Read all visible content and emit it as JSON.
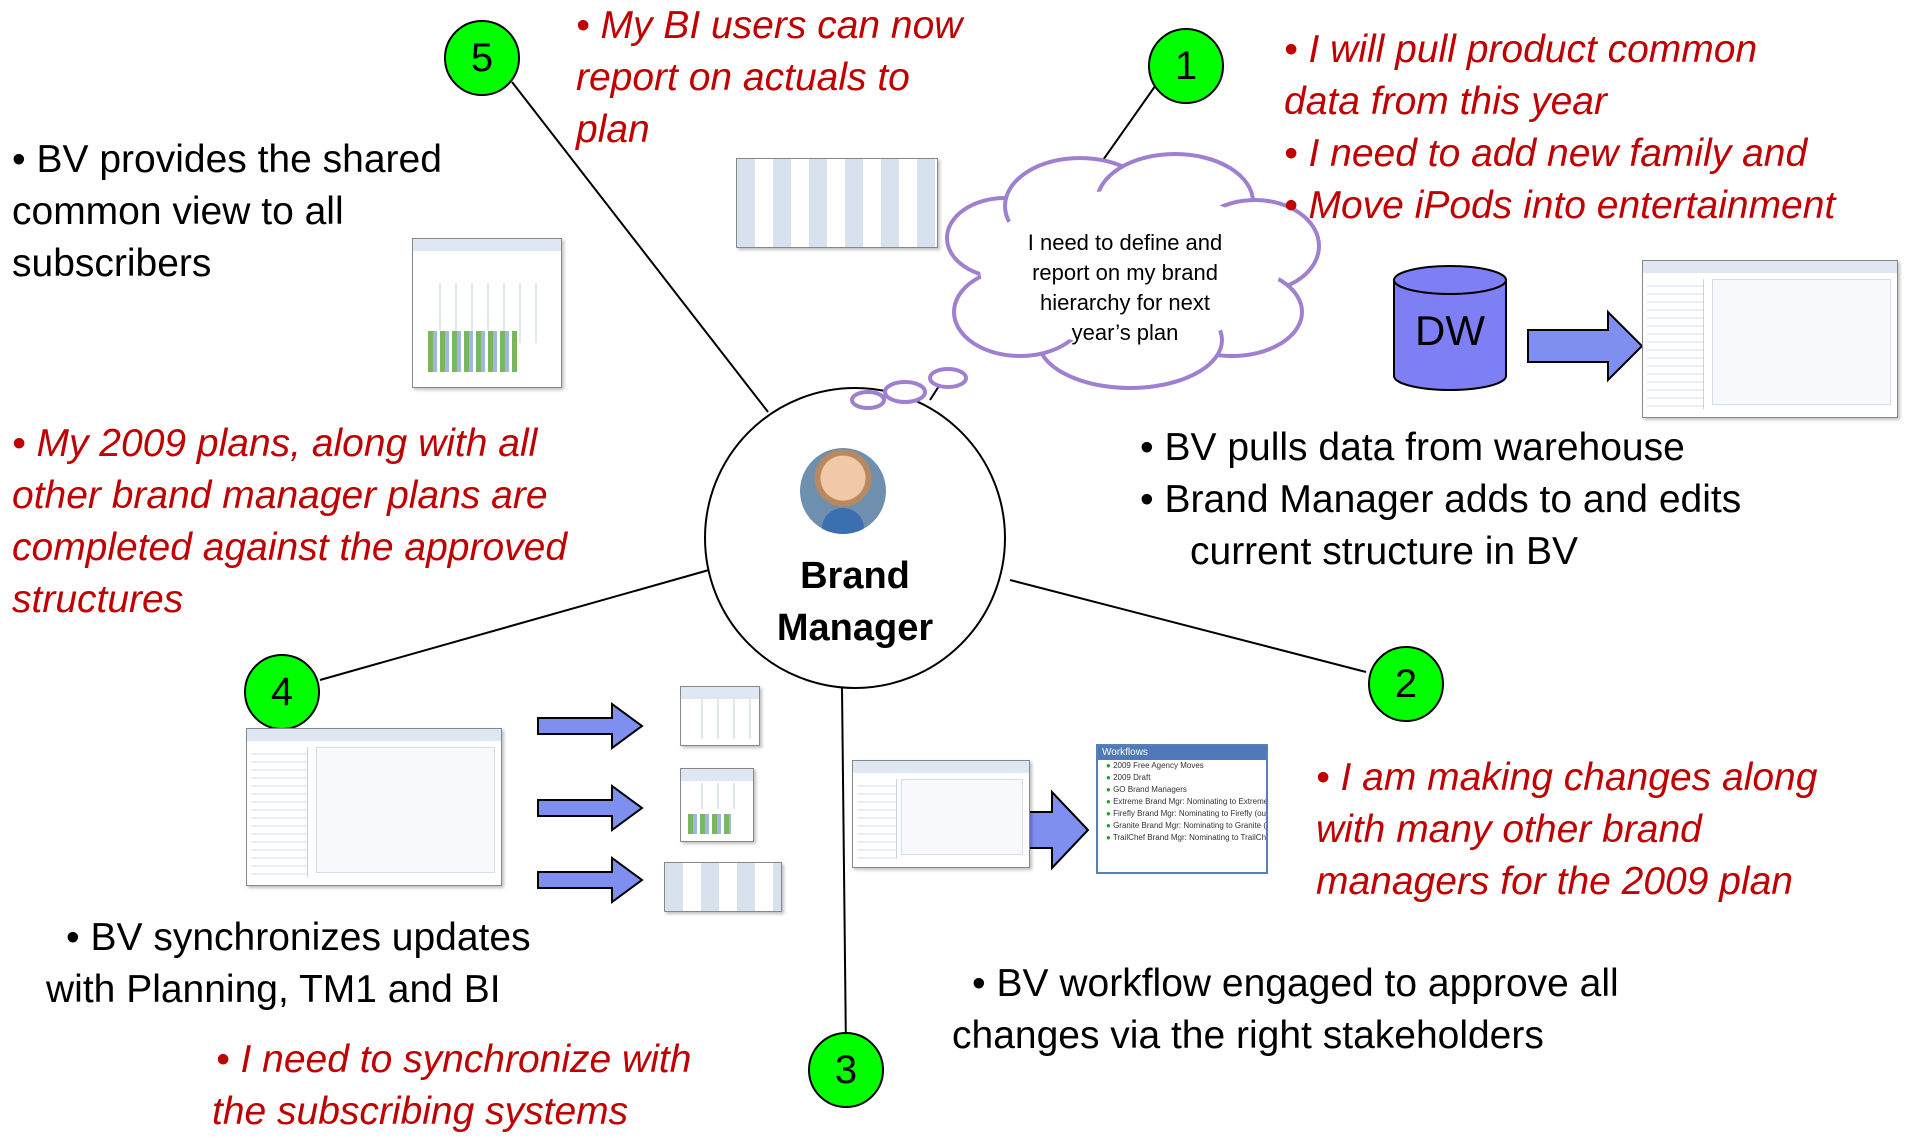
{
  "hub": {
    "title_line1": "Brand",
    "title_line2": "Manager"
  },
  "thought_cloud": {
    "line1": "I need to define and",
    "line2": "report on my brand",
    "line3": "hierarchy for next",
    "line4": "year’s plan"
  },
  "datastore": {
    "label": "DW"
  },
  "steps": [
    {
      "number": "1",
      "quote": [
        "• I will pull product common",
        "data from this year",
        "• I need to add new family and",
        "• Move iPods into entertainment"
      ],
      "action": [
        "• BV pulls data from warehouse",
        "• Brand Manager adds to and edits",
        "current structure in BV"
      ]
    },
    {
      "number": "2",
      "quote": [
        "• I am making changes along",
        "with many other brand",
        "managers for the 2009 plan"
      ],
      "action": [
        "• BV workflow engaged to approve all",
        "changes via the right stakeholders"
      ]
    },
    {
      "number": "3",
      "quote": [
        "• I need to synchronize with",
        "the subscribing systems"
      ]
    },
    {
      "number": "4",
      "quote": [
        "• My 2009 plans, along with all",
        "other brand manager plans are",
        "completed against the approved",
        "structures"
      ],
      "action": [
        "• BV synchronizes updates",
        "with Planning, TM1 and BI"
      ]
    },
    {
      "number": "5",
      "quote": [
        "• My BI users can now",
        "report on actuals to",
        "plan"
      ],
      "action": [
        "• BV provides the shared",
        "common view to all",
        "subscribers"
      ]
    }
  ],
  "workflow_panel": {
    "title": "Workflows",
    "rows": [
      "2009 Free Agency Moves",
      "2009 Draft",
      "GO Brand Managers",
      "Extreme Brand Mgr: Nominating to Extreme (outstanding)",
      "Firefly Brand Mgr: Nominating to Firefly (outstanding)",
      "Granite Brand Mgr: Nominating to Granite (completed)",
      "TrailChef Brand Mgr: Nominating to TrailChef (outstanding)"
    ]
  },
  "colors": {
    "step_circle": "#00ff00",
    "quote_text": "#c00000",
    "arrow_fill": "#7f8ff0",
    "cloud_fill": "#ffffff",
    "cloud_stroke": "#9f7fd0",
    "datastore_fill": "#7f7ff5"
  }
}
